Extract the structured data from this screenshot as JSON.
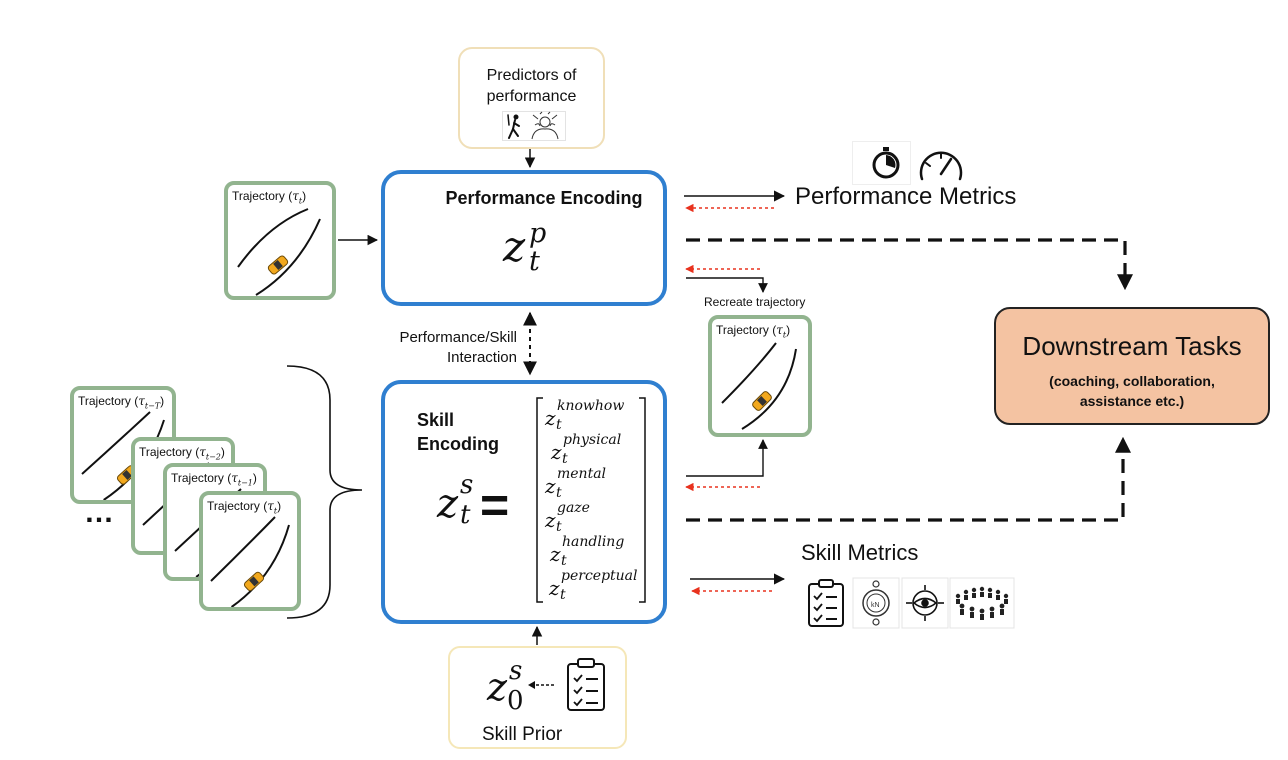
{
  "predictors": {
    "title": "Predictors of performance",
    "line1": "Predictors of",
    "line2": "performance"
  },
  "performance_encoding": {
    "title": "Performance Encoding",
    "symbol": "z",
    "sup": "p",
    "sub": "t"
  },
  "performance_metrics": {
    "label": "Performance Metrics"
  },
  "skill_encoding": {
    "title_line1": "Skill",
    "title_line2": "Encoding",
    "symbol": "z",
    "sup": "s",
    "sub": "t",
    "equals": "=",
    "components": [
      {
        "sup": "knowhow",
        "sub": "t"
      },
      {
        "sup": "physical",
        "sub": "t"
      },
      {
        "sup": "mental",
        "sub": "t"
      },
      {
        "sup": "gaze",
        "sub": "t"
      },
      {
        "sup": "handling",
        "sub": "t"
      },
      {
        "sup": "perceptual",
        "sub": "t"
      }
    ]
  },
  "skill_metrics": {
    "label": "Skill Metrics"
  },
  "skill_prior": {
    "label": "Skill Prior",
    "symbol": "z",
    "sup": "s",
    "sub": "0"
  },
  "interaction": {
    "line1": "Performance/Skill",
    "line2": "Interaction"
  },
  "recreate": {
    "label": "Recreate trajectory"
  },
  "downstream": {
    "title": "Downstream Tasks",
    "line1": "(coaching, collaboration,",
    "line2": "assistance etc.)"
  },
  "trajectories": {
    "input": {
      "label": "Trajectory (",
      "sym": "τ",
      "sub": "t",
      "close": ")"
    },
    "recreated": {
      "label": "Trajectory (",
      "sym": "τ",
      "sub": "t",
      "close": ")"
    },
    "history": [
      {
        "label": "Trajectory (",
        "sym": "τ",
        "sub": "t−T",
        "close": ")"
      },
      {
        "label": "Trajectory (",
        "sym": "τ",
        "sub": "t−2",
        "close": ")"
      },
      {
        "label": "Trajectory (",
        "sym": "τ",
        "sub": "t−1",
        "close": ")"
      },
      {
        "label": "Trajectory (",
        "sym": "τ",
        "sub": "t",
        "close": ")"
      }
    ]
  },
  "ellipsis": "…",
  "colors": {
    "encoding_border": "#2f7fd0",
    "trajectory_border": "#92b48f",
    "predictor_border": "#f0dfb8",
    "prior_border": "#f5e7b8",
    "downstream_fill": "#f4c3a2",
    "feedback_arrow": "#e8321e",
    "car": "#f2a81d"
  },
  "icons": [
    "walking-person-icon",
    "stressed-person-icon",
    "stopwatch-icon",
    "speedometer-icon",
    "checklist-icon",
    "force-gauge-icon",
    "eye-target-icon",
    "crowd-icon"
  ]
}
